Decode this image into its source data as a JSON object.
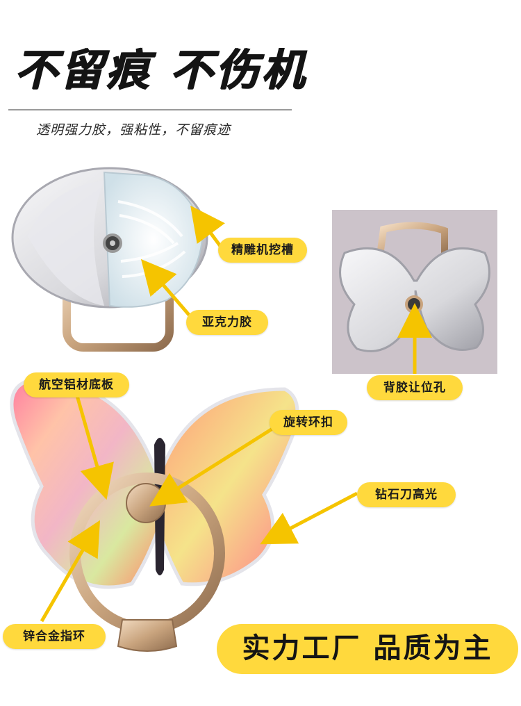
{
  "headline": "不留痕 不伤机",
  "subhead": "透明强力胶，强粘性，不留痕迹",
  "callouts": {
    "engraving": "精雕机挖槽",
    "acrylic_glue": "亚克力胶",
    "back_hole": "背胶让位孔",
    "base_plate": "航空铝材底板",
    "rotating_buckle": "旋转环扣",
    "diamond_cut": "钻石刀高光",
    "zinc_ring": "锌合金指环"
  },
  "banner": "实力工厂 品质为主",
  "colors": {
    "accent_yellow": "#ffd93d",
    "arrow_yellow": "#f5c400",
    "text_dark": "#141414"
  },
  "icons": [
    "arrow-icon"
  ]
}
